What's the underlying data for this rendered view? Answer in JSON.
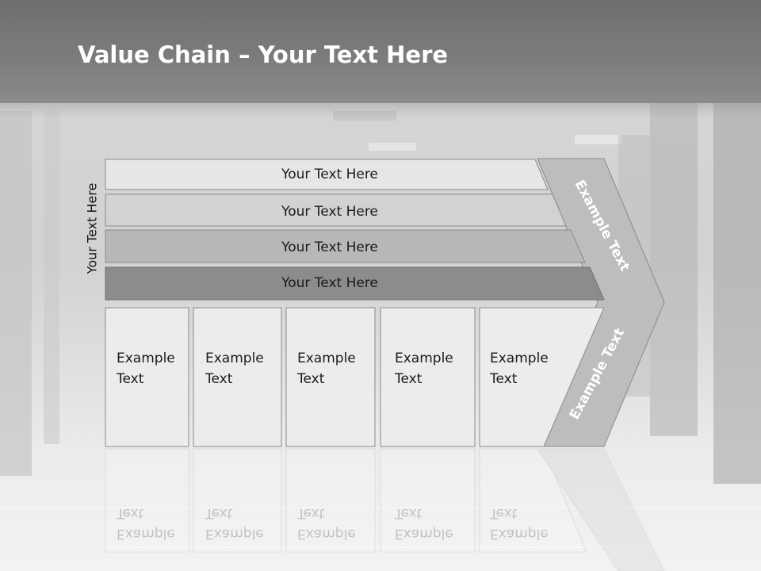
{
  "slide": {
    "title_bold": "Value Chain",
    "title_rest": " – Your Text Here",
    "side_label": "Your Text Here"
  },
  "rows": [
    {
      "label": "Your Text Here",
      "fill": "#e6e6e6"
    },
    {
      "label": "Your Text Here",
      "fill": "#d0d0d0"
    },
    {
      "label": "Your Text Here",
      "fill": "#b8b8b8"
    },
    {
      "label": "Your Text Here",
      "fill": "#8c8c8c"
    }
  ],
  "columns": [
    {
      "line1": "Example",
      "line2": "Text"
    },
    {
      "line1": "Example",
      "line2": "Text"
    },
    {
      "line1": "Example",
      "line2": "Text"
    },
    {
      "line1": "Example",
      "line2": "Text"
    },
    {
      "line1": "Example",
      "line2": "Text"
    }
  ],
  "arrow": {
    "upper_text": "Example Text",
    "lower_text": "Example Text",
    "fill": "#bdbdbd"
  }
}
